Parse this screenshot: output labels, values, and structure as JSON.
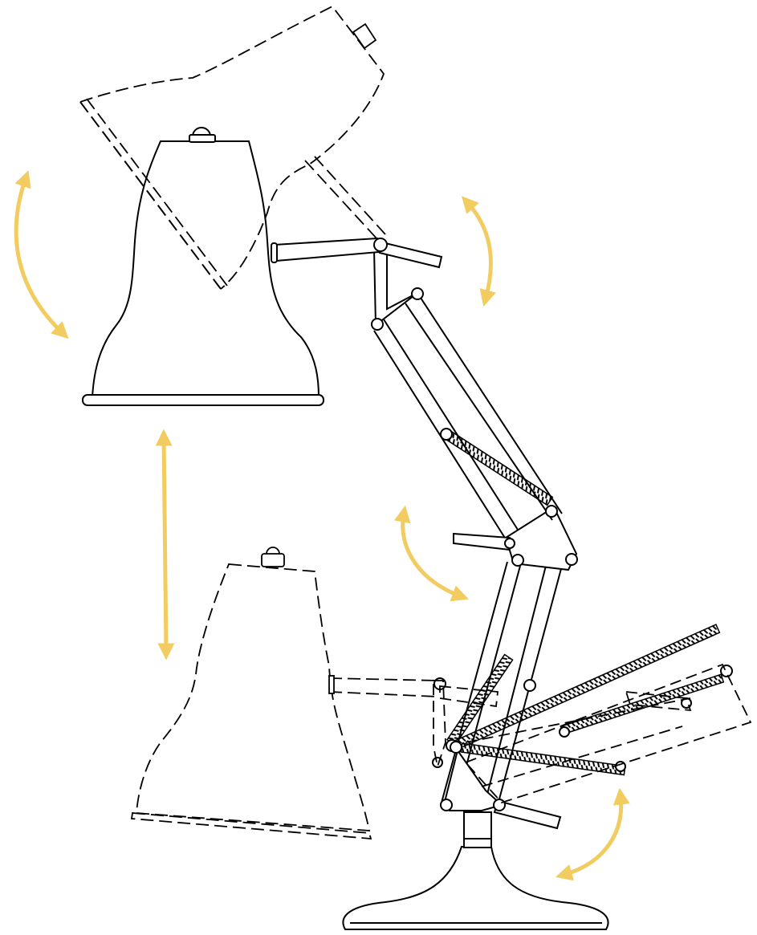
{
  "diagram": {
    "subject": "anglepoise-desk-lamp",
    "positions": [
      "upright",
      "tilted",
      "lowered"
    ],
    "colors": {
      "line": "#000000",
      "arrow": "#F2CC60",
      "background": "#FFFFFF"
    },
    "arrows": [
      {
        "name": "shade-tilt-arrow",
        "kind": "curved-double"
      },
      {
        "name": "shade-height-arrow",
        "kind": "straight-double"
      },
      {
        "name": "head-pivot-arrow",
        "kind": "curved-double"
      },
      {
        "name": "elbow-pivot-arrow",
        "kind": "curved-double"
      },
      {
        "name": "base-pivot-arrow",
        "kind": "curved-double"
      }
    ]
  }
}
